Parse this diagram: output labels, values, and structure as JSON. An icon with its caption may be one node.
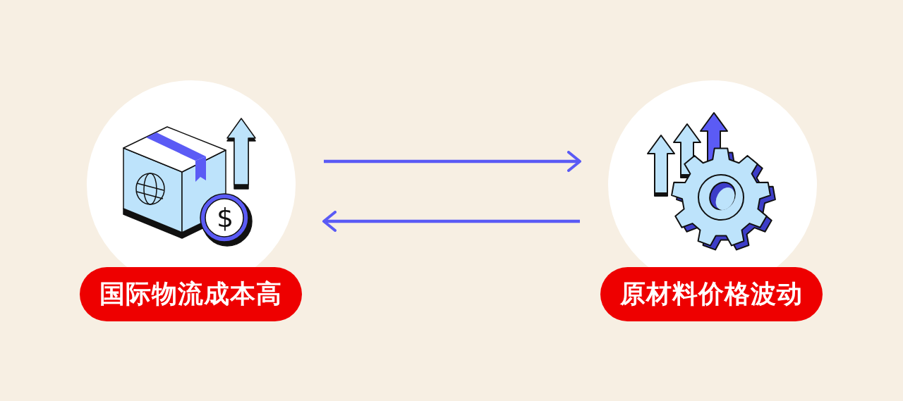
{
  "diagram": {
    "nodes": [
      {
        "text": [
          "国际物流成本高"
        ]
      },
      {
        "text": [
          "原材料价格波动"
        ]
      }
    ],
    "edges": [
      {
        "from": 0,
        "to": 1,
        "arrow": "to"
      },
      {
        "from": 1,
        "to": 0,
        "arrow": "to"
      }
    ],
    "labels": [
      "$"
    ]
  }
}
